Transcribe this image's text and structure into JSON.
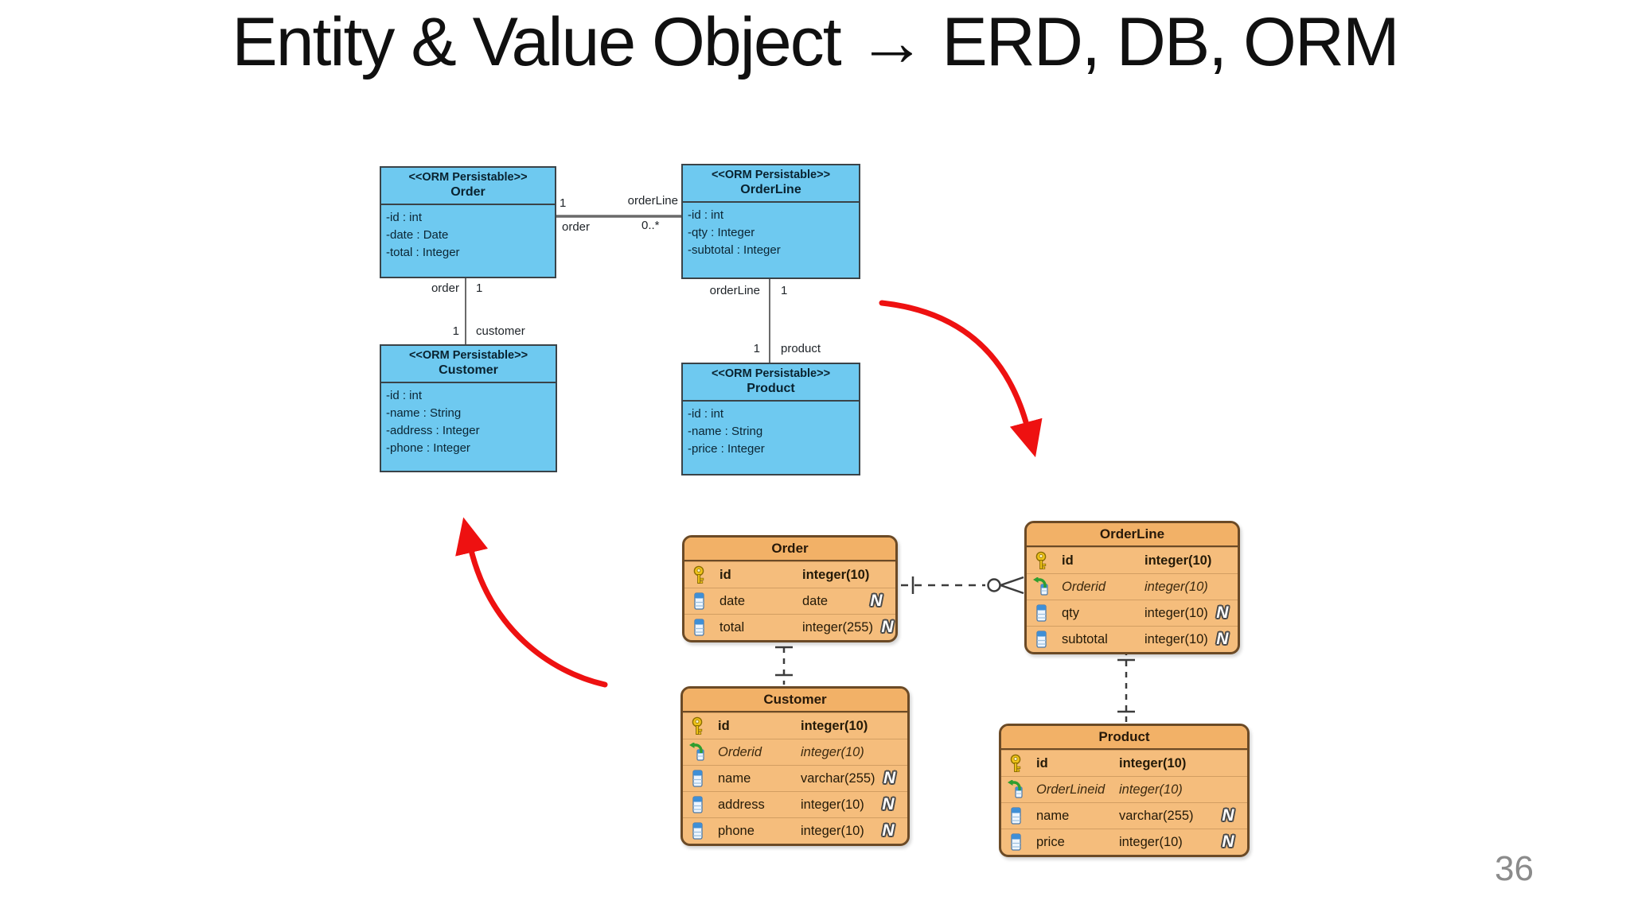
{
  "title": "Entity & Value Object → ERD, DB, ORM",
  "page_number": "36",
  "colors": {
    "uml_fill": "#6ec9f0",
    "uml_border": "#3a4348",
    "erd_fill": "#f5bd7c",
    "erd_header": "#f2b167",
    "erd_border": "#6b4a26",
    "arrow_red": "#ee1111",
    "line_gray": "#6a6a6a"
  },
  "uml": {
    "classes": {
      "order": {
        "stereotype": "<<ORM Persistable>>",
        "name": "Order",
        "attributes": [
          "-id : int",
          "-date : Date",
          "-total : Integer"
        ]
      },
      "orderline": {
        "stereotype": "<<ORM Persistable>>",
        "name": "OrderLine",
        "attributes": [
          "-id : int",
          "-qty : Integer",
          "-subtotal : Integer"
        ]
      },
      "customer": {
        "stereotype": "<<ORM Persistable>>",
        "name": "Customer",
        "attributes": [
          "-id : int",
          "-name : String",
          "-address : Integer",
          "-phone : Integer"
        ]
      },
      "product": {
        "stereotype": "<<ORM Persistable>>",
        "name": "Product",
        "attributes": [
          "-id : int",
          "-name : String",
          "-price : Integer"
        ]
      }
    },
    "associations": {
      "order_orderline": {
        "top_left": "1",
        "top_right": "orderLine",
        "bottom_left": "order",
        "bottom_right": "0..*"
      },
      "order_customer": {
        "top_left": "order",
        "top_right": "1",
        "bottom_left": "1",
        "bottom_right": "customer"
      },
      "orderline_product": {
        "top_left": "orderLine",
        "top_right": "1",
        "bottom_left": "1",
        "bottom_right": "product"
      }
    }
  },
  "erd": {
    "tables": {
      "order": {
        "title": "Order",
        "rows": [
          {
            "icon": "pk",
            "name": "id",
            "type": "integer(10)"
          },
          {
            "icon": "col",
            "name": "date",
            "type": "date",
            "nullable": "N"
          },
          {
            "icon": "col",
            "name": "total",
            "type": "integer(255)",
            "nullable": "N"
          }
        ]
      },
      "orderline": {
        "title": "OrderLine",
        "rows": [
          {
            "icon": "pk",
            "name": "id",
            "type": "integer(10)"
          },
          {
            "icon": "fk",
            "name": "Orderid",
            "type": "integer(10)"
          },
          {
            "icon": "col",
            "name": "qty",
            "type": "integer(10)",
            "nullable": "N"
          },
          {
            "icon": "col",
            "name": "subtotal",
            "type": "integer(10)",
            "nullable": "N"
          }
        ]
      },
      "customer": {
        "title": "Customer",
        "rows": [
          {
            "icon": "pk",
            "name": "id",
            "type": "integer(10)"
          },
          {
            "icon": "fk",
            "name": "Orderid",
            "type": "integer(10)"
          },
          {
            "icon": "col",
            "name": "name",
            "type": "varchar(255)",
            "nullable": "N"
          },
          {
            "icon": "col",
            "name": "address",
            "type": "integer(10)",
            "nullable": "N"
          },
          {
            "icon": "col",
            "name": "phone",
            "type": "integer(10)",
            "nullable": "N"
          }
        ]
      },
      "product": {
        "title": "Product",
        "rows": [
          {
            "icon": "pk",
            "name": "id",
            "type": "integer(10)"
          },
          {
            "icon": "fk",
            "name": "OrderLineid",
            "type": "integer(10)"
          },
          {
            "icon": "col",
            "name": "name",
            "type": "varchar(255)",
            "nullable": "N"
          },
          {
            "icon": "col",
            "name": "price",
            "type": "integer(10)",
            "nullable": "N"
          }
        ]
      }
    }
  }
}
